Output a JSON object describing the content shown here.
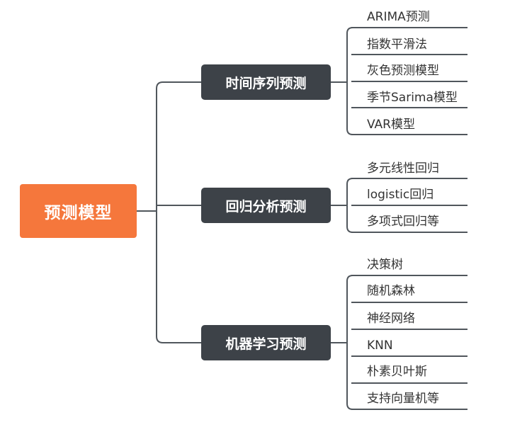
{
  "colors": {
    "root_bg": "#F5773C",
    "branch_bg": "#3D4248",
    "line": "#50565C",
    "leaf_text": "#333333"
  },
  "root": {
    "label": "预测模型"
  },
  "branches": [
    {
      "label": "时间序列预测",
      "leaves": [
        "ARIMA预测",
        "指数平滑法",
        "灰色预测模型",
        "季节Sarima模型",
        "VAR模型"
      ]
    },
    {
      "label": "回归分析预测",
      "leaves": [
        "多元线性回归",
        "logistic回归",
        "多项式回归等"
      ]
    },
    {
      "label": "机器学习预测",
      "leaves": [
        "决策树",
        "随机森林",
        "神经网络",
        "KNN",
        "朴素贝叶斯",
        "支持向量机等"
      ]
    }
  ]
}
